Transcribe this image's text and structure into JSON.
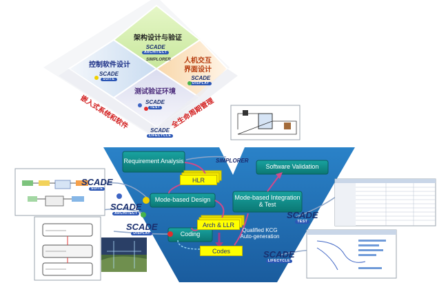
{
  "quadrants": {
    "top": "架构设计与验证",
    "left": "控制软件设计",
    "right_line1": "人机交互",
    "right_line2": "界面设计",
    "bottom": "测试验证环境"
  },
  "logos": {
    "scade": "SCADE",
    "simplorer": "SIMPLORER",
    "top_sub": "ARCHITECT",
    "left_sub": "SUITE",
    "right_sub": "DISPLAY",
    "bottom_sub": "TEST",
    "lifecycle_sub": "LIFECYCLE"
  },
  "side_labels": {
    "embedded": "嵌入式系统和软件",
    "lifecycle": "全生命周期管理"
  },
  "vmodel": {
    "requirement": "Requirement Analysis",
    "simplorer": "SIMPLORER",
    "software_validation": "Software Validation",
    "hlr": "HLR",
    "mode_design": "Mode-based Design",
    "integration": "Mode-based Integration & Test",
    "arch_llr": "Arch & LLR",
    "coding": "Coding",
    "codes": "Codes",
    "kcg": "Qualified KCG Auto-generation"
  },
  "colors": {
    "v_blue": "#1f6fb5",
    "teal_box": "#0f8f8f",
    "yellow": "#ffff00",
    "quad_top": "#d5f0b0",
    "quad_left": "#d6e4f5",
    "quad_right": "#fbe5c8",
    "quad_bottom": "#e4e6f2",
    "red_text": "#d11c1c"
  }
}
